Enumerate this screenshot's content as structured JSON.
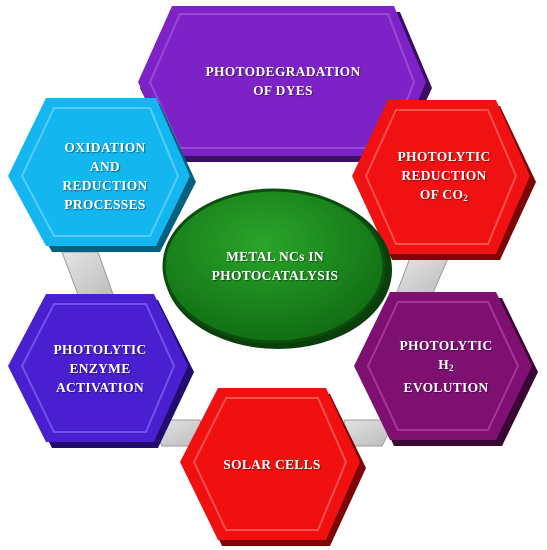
{
  "center": {
    "line1": "METAL NCs IN",
    "line2": "PHOTOCATALYSIS",
    "color": "#1f8a1f"
  },
  "nodes": {
    "top": {
      "line1": "PHOTODEGRADATION",
      "line2": "OF DYES",
      "color": "#7d22c6"
    },
    "upper_right": {
      "line1": "PHOTOLYTIC",
      "line2": "REDUCTION",
      "line3": "OF CO",
      "sub": "2",
      "color": "#f01212"
    },
    "lower_right": {
      "line1": "PHOTOLYTIC",
      "line2": "H",
      "sub": "2",
      "line3": "EVOLUTION",
      "color": "#7e1072"
    },
    "bottom": {
      "line1": "SOLAR CELLS",
      "color": "#f01010"
    },
    "lower_left": {
      "line1": "PHOTOLYTIC",
      "line2": "ENZYME",
      "line3": "ACTIVATION",
      "color": "#4a1fd0"
    },
    "upper_left": {
      "line1": "OXIDATION",
      "line2": "AND",
      "line3": "REDUCTION",
      "line4": "PROCESSES",
      "color": "#14b6ef"
    }
  }
}
